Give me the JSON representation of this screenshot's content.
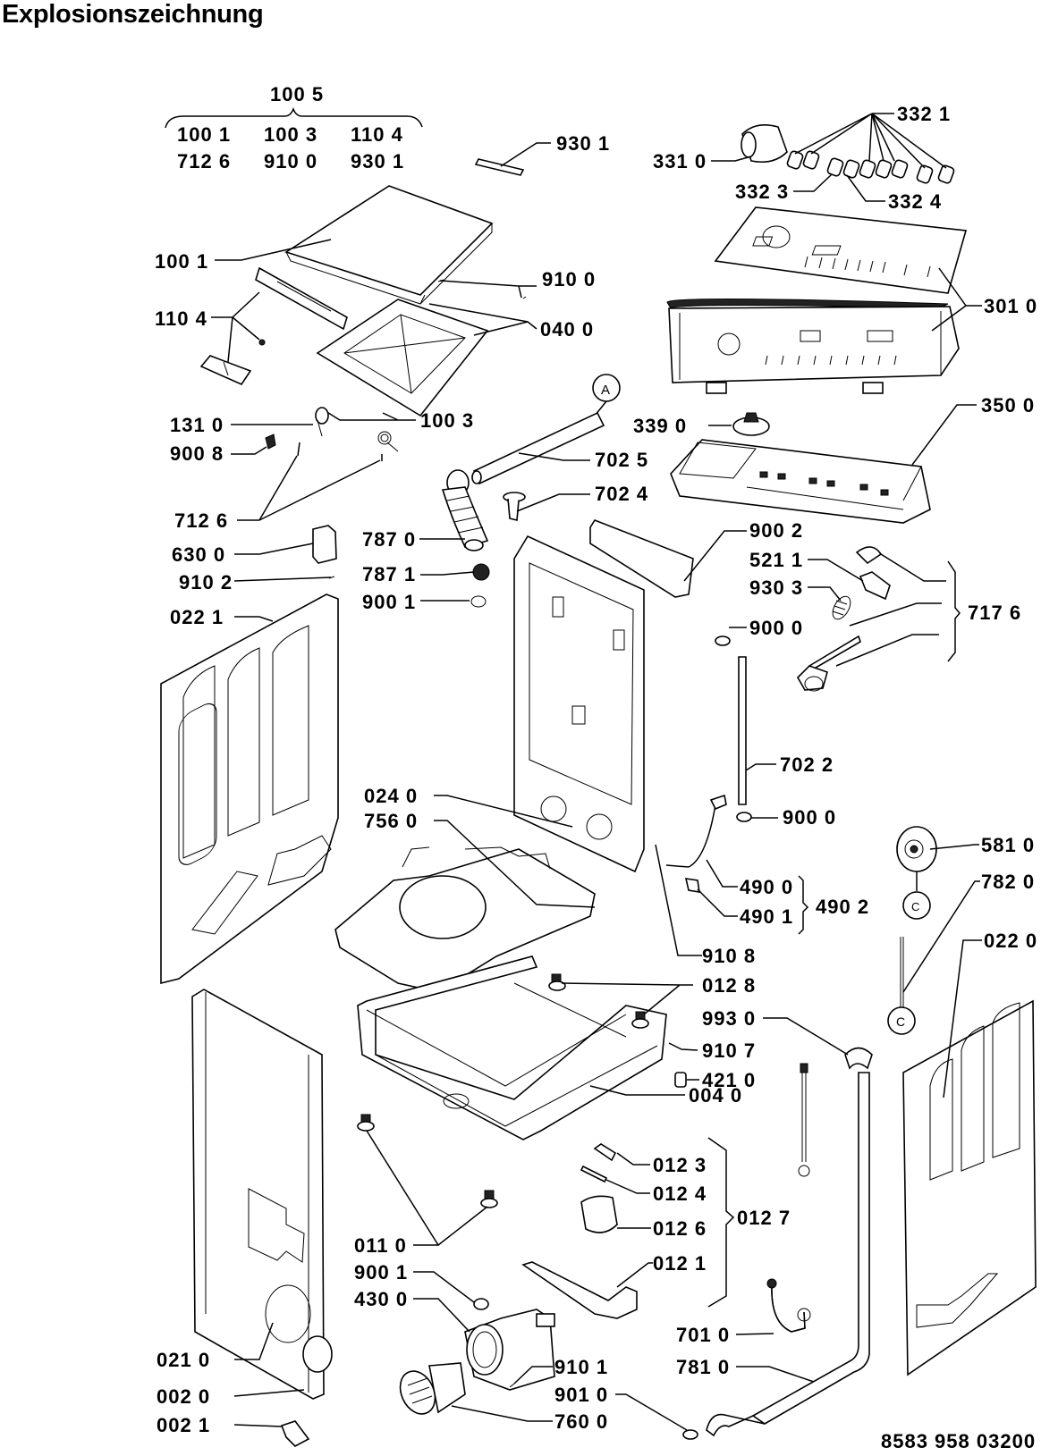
{
  "title": "Explosionszeichnung",
  "drawing_number": "8583 958 03200",
  "group_100_5": {
    "label": "100 5",
    "members_row1": [
      "100 1",
      "100 3",
      "110 4"
    ],
    "members_row2": [
      "712 6",
      "910 0",
      "930 1"
    ]
  },
  "group_717_6": {
    "label": "717 6"
  },
  "group_490_2": {
    "label": "490 2",
    "members": [
      "490 0",
      "490 1"
    ]
  },
  "group_012_7": {
    "label": "012 7",
    "members": [
      "012 3",
      "012 4",
      "012 6",
      "012 1"
    ]
  },
  "callouts": {
    "p9301_top": "930 1",
    "p3310": "331 0",
    "p3321": "332 1",
    "p3323": "332 3",
    "p3324": "332 4",
    "p1001": "100 1",
    "p9100": "910 0",
    "p1104": "110 4",
    "p0400": "040 0",
    "p3010": "301 0",
    "p1310": "131 0",
    "p1003": "100 3",
    "p9008": "900 8",
    "p3390": "339 0",
    "p3500": "350 0",
    "p7025": "702 5",
    "p7024": "702 4",
    "p7126": "712 6",
    "p7870": "787 0",
    "p6300": "630 0",
    "p7871": "787 1",
    "p9102": "910 2",
    "p9001a": "900 1",
    "p0221": "022 1",
    "p9002": "900 2",
    "p5211": "521 1",
    "p9303": "930 3",
    "p9000a": "900 0",
    "p7022": "702 2",
    "p9000b": "900 0",
    "p0240": "024 0",
    "p7560": "756 0",
    "p5810": "581 0",
    "p7820": "782 0",
    "p0220": "022 0",
    "p4900": "490 0",
    "p4901": "490 1",
    "p9108": "910 8",
    "p0128": "012 8",
    "p9930": "993 0",
    "p9107": "910 7",
    "p4210": "421 0",
    "p0040": "004 0",
    "p0123": "012 3",
    "p0124": "012 4",
    "p0126": "012 6",
    "p0121": "012 1",
    "p0110": "011 0",
    "p9001b": "900 1",
    "p4300": "430 0",
    "p7010": "701 0",
    "p7810": "781 0",
    "p0210": "021 0",
    "p9101": "910 1",
    "p0020": "002 0",
    "p9010": "901 0",
    "p0021": "002 1",
    "p7600": "760 0"
  },
  "connector_markers": [
    "A",
    "C"
  ]
}
